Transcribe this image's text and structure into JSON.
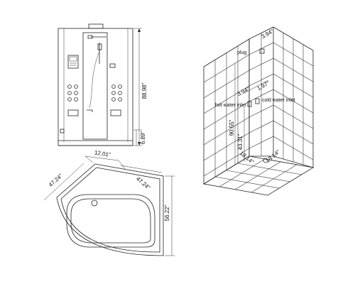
{
  "front_view": {
    "dims": {
      "height": "88.98\"",
      "tray_height": "6.89\""
    }
  },
  "plan_view": {
    "dims": {
      "corner": "12.01\"",
      "side_left": "47.24\"",
      "side_right": "47.24\"",
      "depth": "56.22\""
    }
  },
  "wall_view": {
    "labels": {
      "plug": "plug",
      "hot_inlet": "hot water inlet",
      "cold_inlet": "cold water inlet"
    },
    "dims": {
      "plug_offset": "3.94\"",
      "inlet_spacing": "3.94\"",
      "inlet_offset": "1.97\"",
      "plug_height": "90.55\"",
      "inlet_height": "43.31\"",
      "floor_left": "18.14\"",
      "floor_right": "18.14\""
    }
  }
}
